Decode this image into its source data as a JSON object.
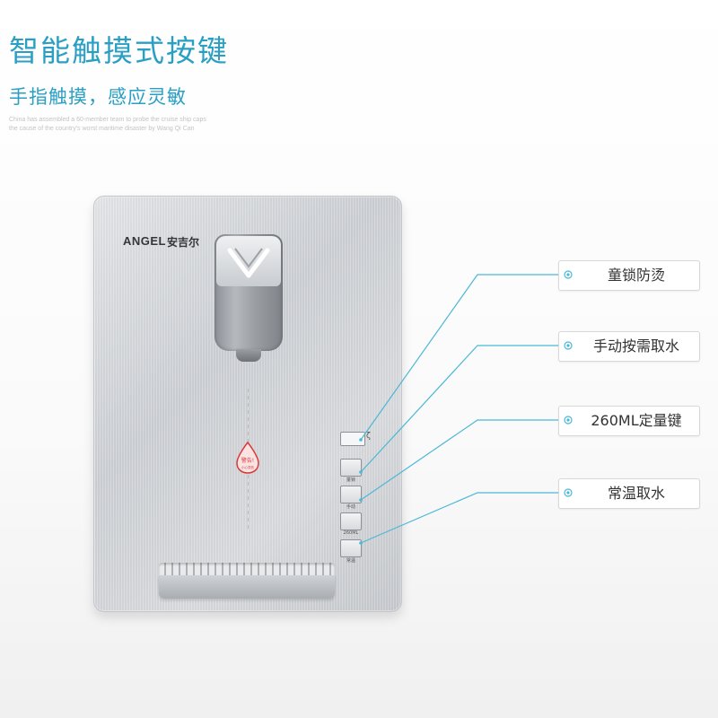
{
  "headline": "智能触摸式按键",
  "subheadline": "手指触摸，感应灵敏",
  "fineprint": [
    "China has assembled a 60-member team to probe the cruise ship caps",
    "the cause of the country's worst maritime disaster by Wang Qi Can"
  ],
  "product": {
    "brand_en": "ANGEL",
    "brand_cn": "安吉尔",
    "drop_badge_text": "警告!",
    "drop_badge_sub": "小心烫伤",
    "display_mark": "ζ",
    "keys": [
      {
        "label": "童锁"
      },
      {
        "label": "手动"
      },
      {
        "label": "260ML"
      },
      {
        "label": "常温"
      }
    ]
  },
  "features": [
    {
      "label": "童锁防烫",
      "icon": "target-marker-icon"
    },
    {
      "label": "手动按需取水",
      "icon": "target-marker-icon"
    },
    {
      "label": "260ML定量键",
      "icon": "target-marker-icon"
    },
    {
      "label": "常温取水",
      "icon": "target-marker-icon"
    }
  ],
  "colors": {
    "accent": "#2a9fc4",
    "connector": "#4cb8d6",
    "callout_text": "#333333"
  }
}
